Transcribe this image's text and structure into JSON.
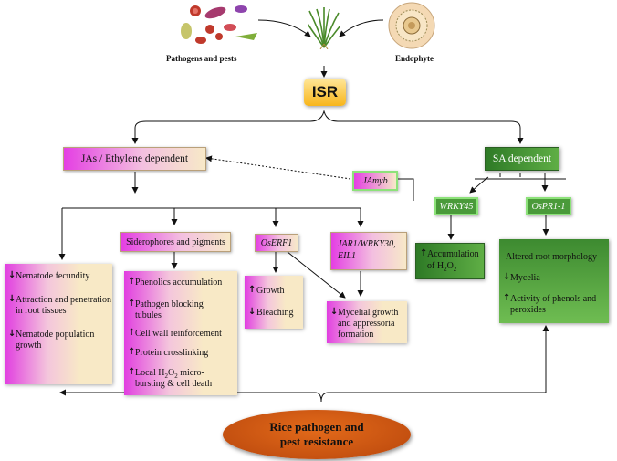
{
  "top": {
    "pathogens_label": "Pathogens and pests",
    "endophyte_label": "Endophyte"
  },
  "isr": {
    "label": "ISR"
  },
  "ja": {
    "label": "JAs / Ethylene dependent"
  },
  "sa": {
    "label": "SA dependent"
  },
  "jamyb": {
    "label": "JAmyb"
  },
  "wrky45": {
    "label": "WRKY45"
  },
  "ospr1": {
    "label": "OsPR1-1"
  },
  "siderophores": {
    "label": "Siderophores and pigments"
  },
  "oserf1": {
    "label": "OsERF1"
  },
  "jar1": {
    "label_1": "JAR1/WRKY30,",
    "label_2": "EIL1"
  },
  "nematode": {
    "fecundity": "Nematode fecundity",
    "attraction_1": "Attraction and penetration",
    "attraction_2": "in root tissues",
    "population_1": "Nematode population",
    "population_2": "growth"
  },
  "phenolics": {
    "accumulation": "Phenolics accumulation",
    "blocking_1": "Pathogen blocking",
    "blocking_2": "tubules",
    "wall": "Cell wall reinforcement",
    "crosslinking": "Protein crosslinking",
    "local_1": "Local H",
    "local_sub": "2",
    "local_2": "O",
    "local_sub2": "2",
    "local_3": " micro-",
    "local_4": "bursting & cell death"
  },
  "growth": {
    "growth": "Growth",
    "bleaching": "Bleaching"
  },
  "mycelial": {
    "line_1": "Mycelial growth",
    "line_2": "and appressoria",
    "line_3": "formation"
  },
  "h2o2": {
    "line_1": "Accumulation",
    "line_2a": "of H",
    "sub1": "2",
    "line_2b": "O",
    "sub2": "2"
  },
  "root": {
    "altered": "Altered root morphology",
    "mycelia": "Mycelia",
    "activity_1": "Activity of phenols and",
    "activity_2": "peroxides"
  },
  "result": {
    "line_1": "Rice pathogen and",
    "line_2": "pest resistance"
  },
  "arrows": {
    "up": "↑",
    "down": "↓"
  }
}
